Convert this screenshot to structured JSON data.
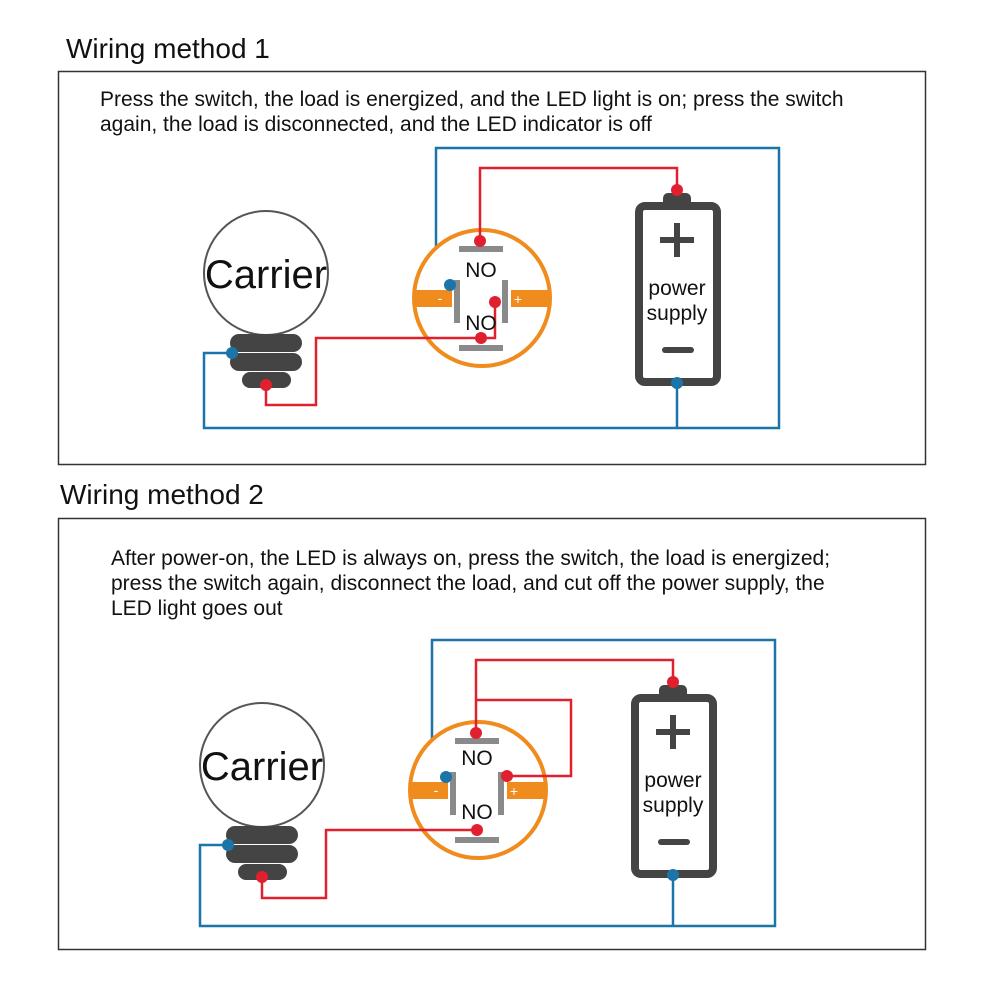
{
  "panels": [
    {
      "title": "Wiring method 1",
      "description": [
        "Press the switch, the load is energized, and the LED light is on; press the switch",
        "again, the load is disconnected, and the LED indicator is off"
      ],
      "load_label": "Carrier",
      "switch_labels": {
        "top": "NO",
        "bottom": "NO",
        "minus": "-",
        "plus": "+"
      },
      "battery_label": [
        "power",
        "supply"
      ]
    },
    {
      "title": "Wiring method 2",
      "description": [
        "After power-on, the LED is always on, press the switch, the load is energized;",
        "press the switch again, disconnect the load, and cut off the power supply, the",
        "LED light goes out"
      ],
      "load_label": "Carrier",
      "switch_labels": {
        "top": "NO",
        "bottom": "NO",
        "minus": "-",
        "plus": "+"
      },
      "battery_label": [
        "power",
        "supply"
      ]
    }
  ],
  "colors": {
    "positive_wire": "#e0202e",
    "negative_wire": "#1b75a8",
    "switch_ring": "#f08c1e",
    "contacts": "#8a8a8a",
    "battery": "#444444"
  }
}
